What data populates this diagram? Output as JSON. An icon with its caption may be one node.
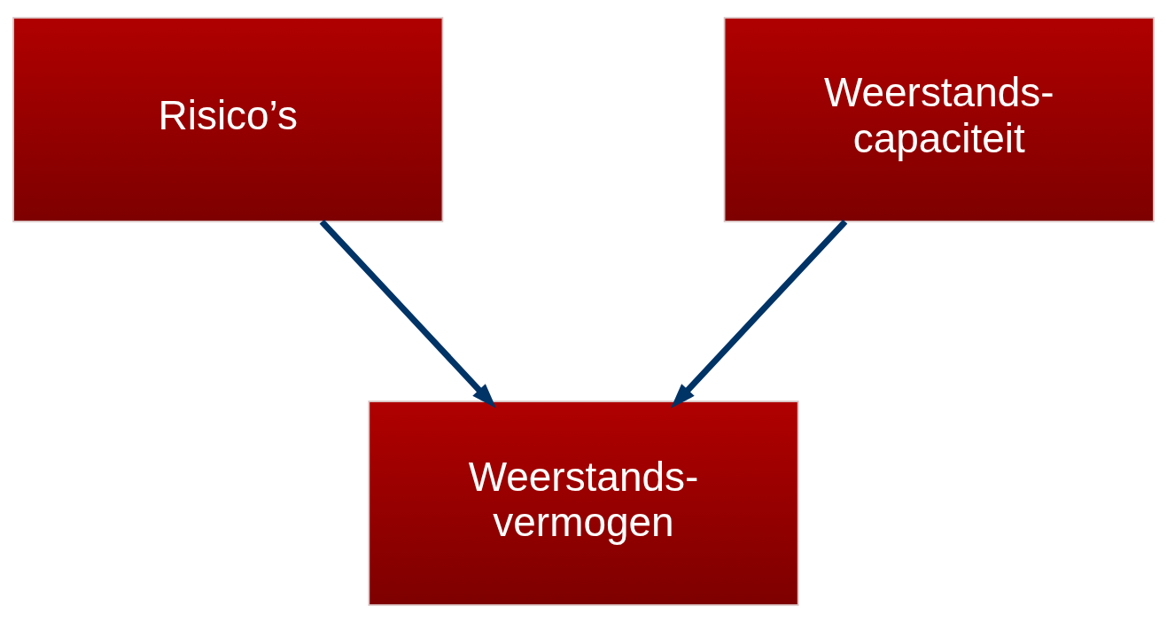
{
  "diagram": {
    "nodes": [
      {
        "text": [
          "Risico’s"
        ]
      },
      {
        "text": [
          "Weerstands- capaciteit"
        ]
      },
      {
        "text": [
          "Weerstands- vermogen"
        ]
      }
    ],
    "edges": [
      {
        "from": 0,
        "to": 2,
        "arrow": "to"
      },
      {
        "from": 1,
        "to": 2,
        "arrow": "to"
      }
    ]
  }
}
